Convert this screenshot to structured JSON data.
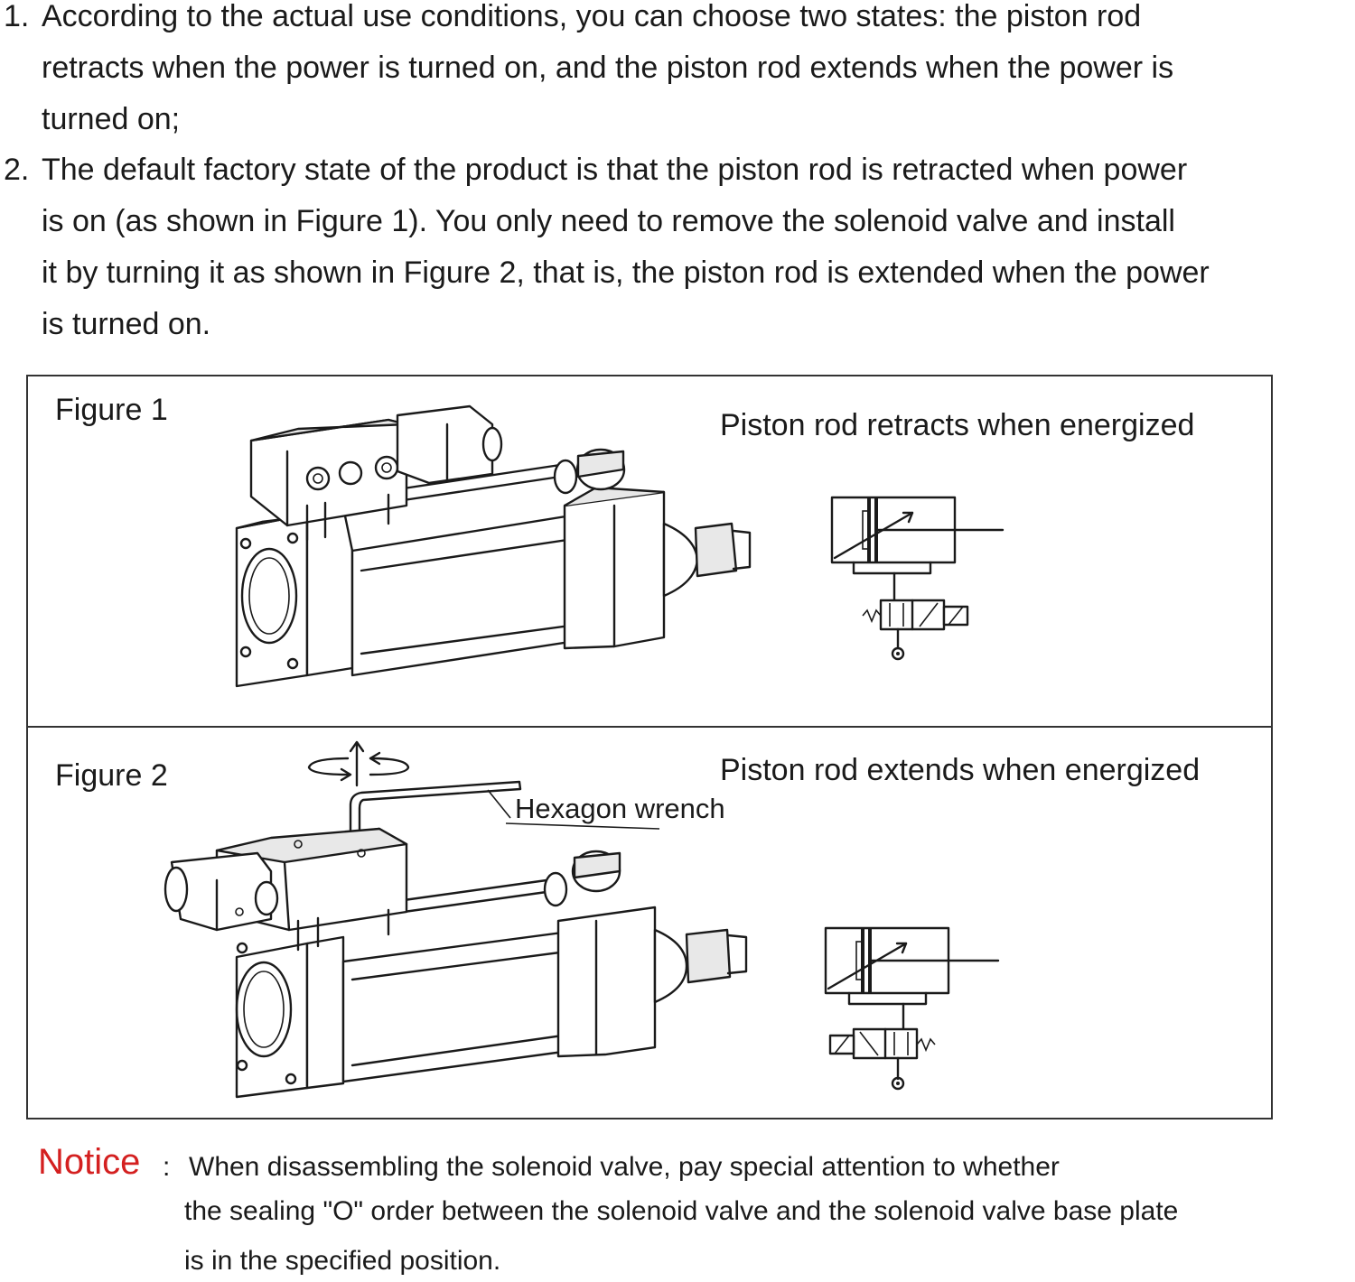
{
  "instructions": [
    {
      "number": "1.",
      "lines": [
        "According to the actual use conditions, you can choose two states: the piston rod",
        "retracts when the power is turned on, and the piston rod extends when the power is",
        "turned on;"
      ]
    },
    {
      "number": "2.",
      "lines": [
        "The default factory state of the product is that the piston rod is retracted when power",
        "is on (as shown in Figure 1). You only need to remove the solenoid valve and install",
        "it by turning it as shown in Figure 2, that is, the piston rod is extended when the power",
        "is turned on."
      ]
    }
  ],
  "figure1": {
    "label": "Figure 1",
    "caption": "Piston rod retracts when energized"
  },
  "figure2": {
    "label": "Figure 2",
    "caption": "Piston rod extends when energized",
    "wrench_label": "Hexagon wrench"
  },
  "notice": {
    "title": "Notice",
    "colon": ":",
    "lines": [
      "When disassembling the solenoid valve, pay special attention to whether",
      "the sealing \"O\" order between the solenoid valve and the solenoid valve base plate",
      "is in the specified position."
    ]
  }
}
